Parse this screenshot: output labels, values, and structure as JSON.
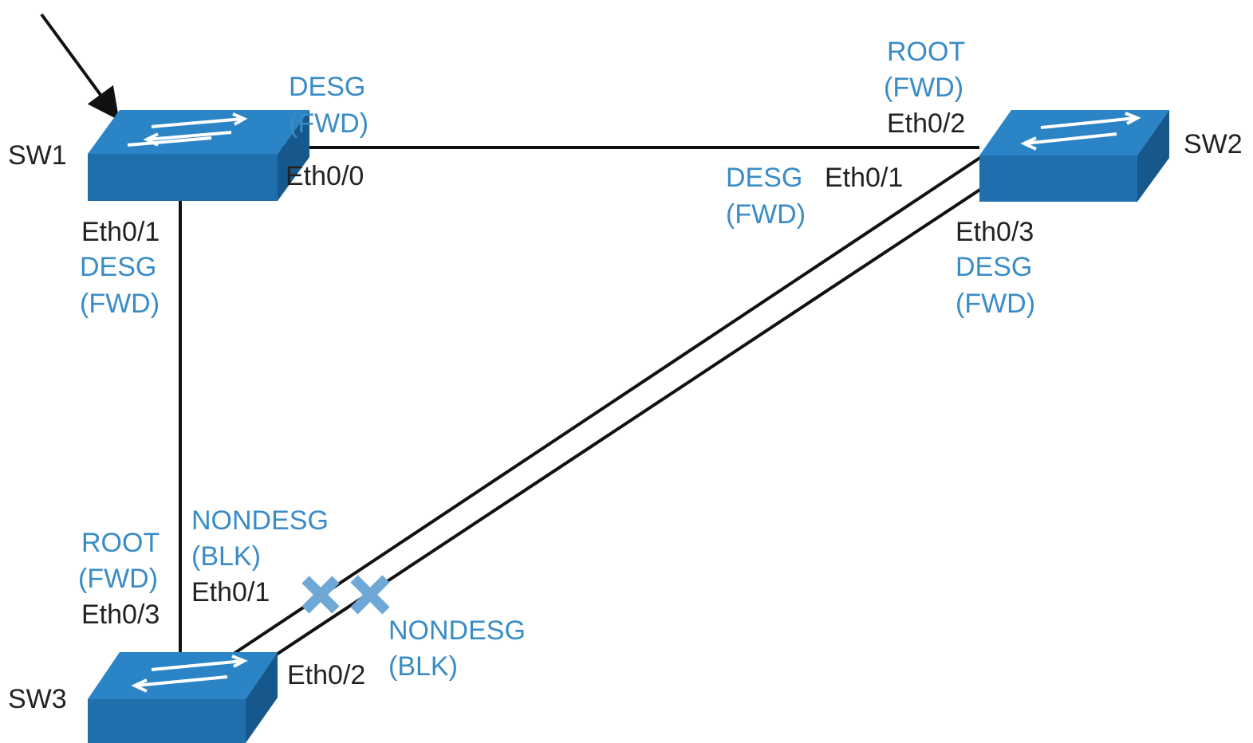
{
  "colors": {
    "switch_top": "#2b84c5",
    "switch_front": "#1f6fad",
    "switch_side": "#16588c",
    "role_text": "#3a8cc6",
    "port_text": "#222222",
    "blocked_marker": "#6fa8d6",
    "link": "#111111"
  },
  "root_label": "",
  "switches": {
    "sw1": "SW1",
    "sw2": "SW2",
    "sw3": "SW3"
  },
  "ports": {
    "sw1_eth0_0": {
      "name": "Eth0/0",
      "role": "DESG",
      "state": "(FWD)"
    },
    "sw1_eth0_1": {
      "name": "Eth0/1",
      "role": "DESG",
      "state": "(FWD)"
    },
    "sw2_eth0_2": {
      "name": "Eth0/2",
      "role": "ROOT",
      "state": "(FWD)"
    },
    "sw2_eth0_1": {
      "name": "Eth0/1",
      "role": "DESG",
      "state": "(FWD)"
    },
    "sw2_eth0_3": {
      "name": "Eth0/3",
      "role": "DESG",
      "state": "(FWD)"
    },
    "sw3_eth0_3": {
      "name": "Eth0/3",
      "role": "ROOT",
      "state": "(FWD)"
    },
    "sw3_eth0_1": {
      "name": "Eth0/1",
      "role": "NONDESG",
      "state": "(BLK)"
    },
    "sw3_eth0_2": {
      "name": "Eth0/2",
      "role": "NONDESG",
      "state": "(BLK)"
    }
  },
  "icons": {
    "switch": "switch-icon",
    "blocked": "blocked-x-icon",
    "pointer": "arrow-icon"
  }
}
